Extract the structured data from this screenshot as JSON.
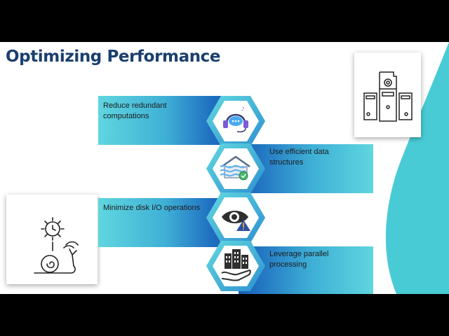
{
  "slide": {
    "title": "Optimizing Performance",
    "items": [
      {
        "label": "Reduce redundant computations",
        "icon": "support-headset-icon"
      },
      {
        "label": "Use efficient data structures",
        "icon": "data-warehouse-icon"
      },
      {
        "label": "Minimize disk I/O operations",
        "icon": "eye-warning-icon"
      },
      {
        "label": "Leverage parallel processing",
        "icon": "buildings-hand-icon"
      }
    ],
    "cards": [
      {
        "icon": "server-gear-icon"
      },
      {
        "icon": "gear-clock-snail-icon"
      }
    ]
  },
  "colors": {
    "title": "#1a3f6e",
    "teal": "#5fd6df",
    "blue": "#1a5db5",
    "swoosh": "#49cbd6"
  }
}
